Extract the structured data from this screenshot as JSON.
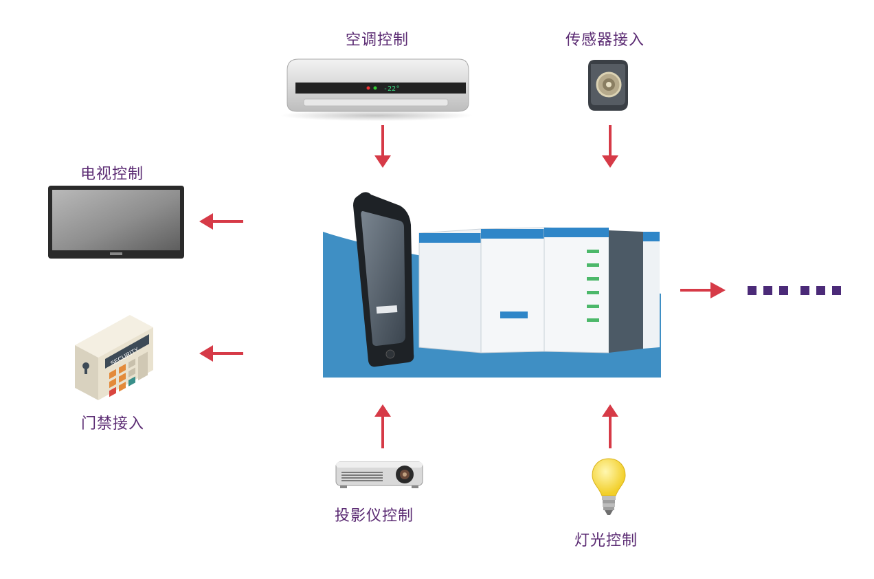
{
  "labels": {
    "ac": "空调控制",
    "sensor": "传感器接入",
    "tv": "电视控制",
    "door": "门禁接入",
    "projector": "投影仪控制",
    "light": "灯光控制"
  },
  "devices": {
    "ac_display": "-22°",
    "security_text": "SECURITY"
  },
  "colors": {
    "label": "#5b2b73",
    "arrow": "#d63a47",
    "dots": "#4b2a78",
    "hub_blue": "#3f8fc4"
  },
  "icons": [
    "air-conditioner-icon",
    "sensor-icon",
    "tv-icon",
    "security-keypad-icon",
    "projector-icon",
    "lightbulb-icon",
    "smartphone-icon"
  ]
}
